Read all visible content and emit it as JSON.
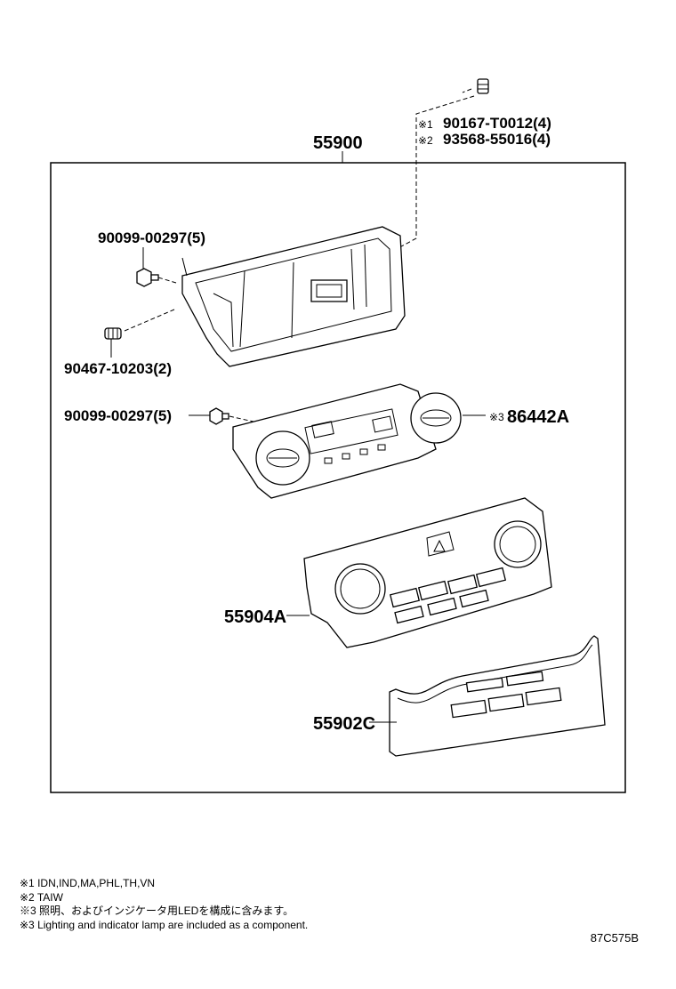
{
  "labels": {
    "assembly": "55900",
    "bolt_1": "90167-T0012(4)",
    "bolt_2": "93568-55016(4)",
    "bolt_1_mark": "※1",
    "bolt_2_mark": "※2",
    "screw_upper": "90099-00297(5)",
    "clip": "90467-10203(2)",
    "screw_lower": "90099-00297(5)",
    "panel": "86442A",
    "panel_mark": "※3",
    "control": "55904A",
    "cover": "55902C"
  },
  "notes": [
    "※1 IDN,IND,MA,PHL,TH,VN",
    "※2 TAIW",
    "※3 照明、およびインジケータ用LEDを構成に含みます。",
    "※3 Lighting and indicator lamp are included as a component."
  ],
  "diagram_code": "87C575B"
}
